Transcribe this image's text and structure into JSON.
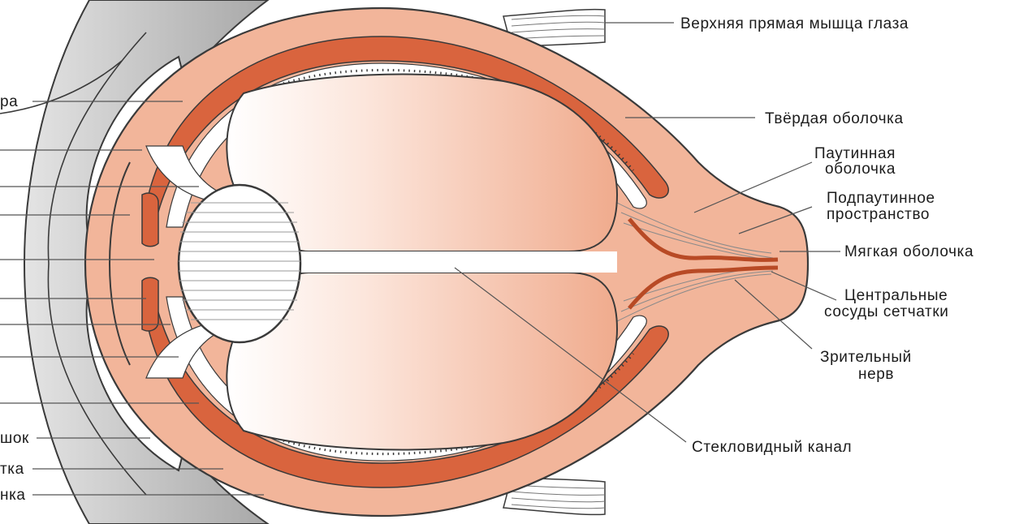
{
  "labels": {
    "superior_rectus": "Верхняя прямая мышца глаза",
    "dura_mater": "Твёрдая оболочка",
    "arachnoid_1": "Паутинная",
    "arachnoid_2": "оболочка",
    "subarachnoid_1": "Подпаутинное",
    "subarachnoid_2": "пространство",
    "pia_mater": "Мягкая оболочка",
    "central_vessels_1": "Центральные",
    "central_vessels_2": "сосуды сетчатки",
    "optic_nerve_1": "Зрительный",
    "optic_nerve_2": "нерв",
    "hyaloid_canal": "Стекловидный канал",
    "cut_1": "ра",
    "cut_2": "шок",
    "cut_3": "тка",
    "cut_4": "нка"
  },
  "colors": {
    "sclera": "#f2b59a",
    "choroid": "#d9643e",
    "vitreous_dark": "#f0ab8d",
    "vitreous_light": "#ffffff",
    "gray_region": "#c9c9c9",
    "outline": "#3a3a3a"
  }
}
